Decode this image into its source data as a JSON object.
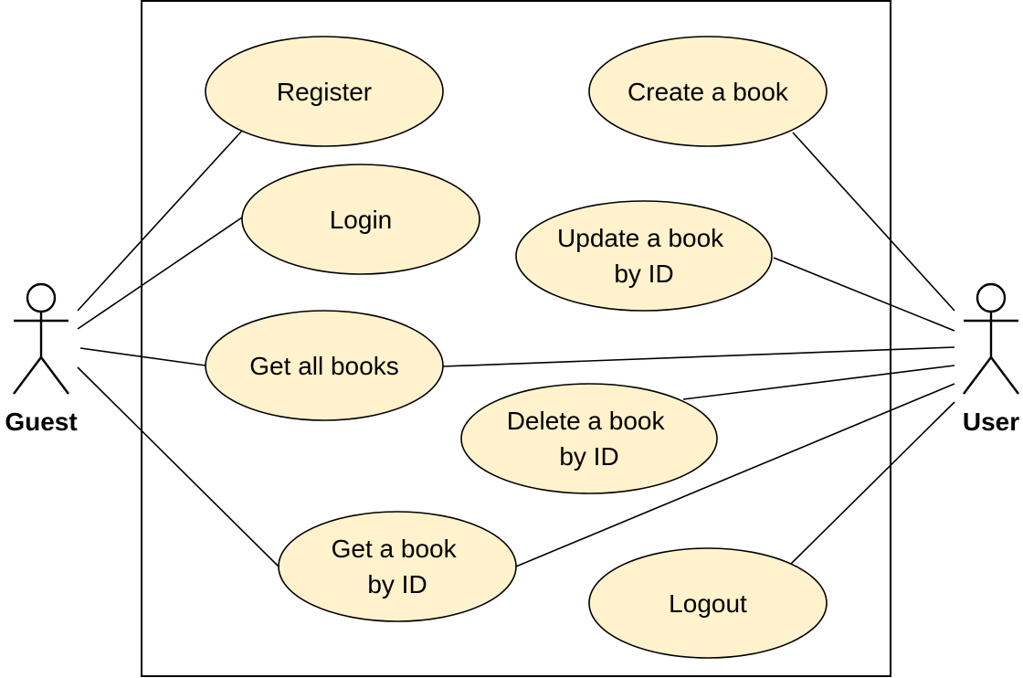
{
  "colors": {
    "use_case_fill": "#fff2cc",
    "stroke": "#000000",
    "background": "#ffffff"
  },
  "actors": {
    "guest": {
      "label": "Guest"
    },
    "user": {
      "label": "User"
    }
  },
  "use_cases": {
    "register": {
      "lines": [
        "Register"
      ]
    },
    "login": {
      "lines": [
        "Login"
      ]
    },
    "get_all_books": {
      "lines": [
        "Get all books"
      ]
    },
    "get_book_by_id": {
      "lines": [
        "Get a book",
        "by ID"
      ]
    },
    "create_book": {
      "lines": [
        "Create a book"
      ]
    },
    "update_book": {
      "lines": [
        "Update a book",
        "by ID"
      ]
    },
    "delete_book": {
      "lines": [
        "Delete a book",
        "by ID"
      ]
    },
    "logout": {
      "lines": [
        "Logout"
      ]
    }
  }
}
